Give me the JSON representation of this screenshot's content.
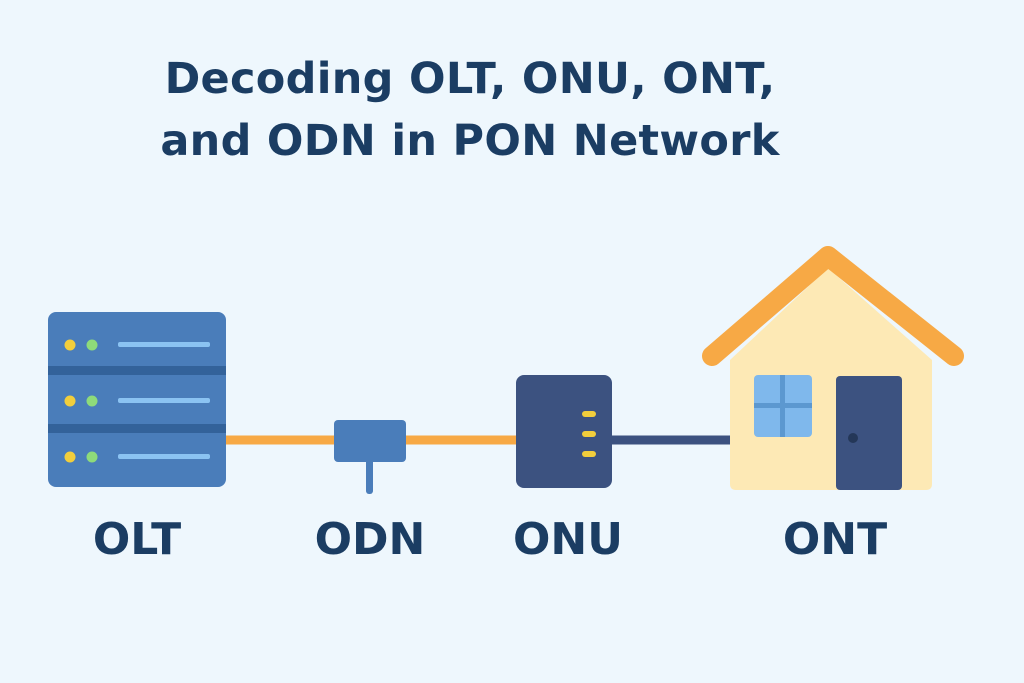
{
  "title": {
    "line1": "Decoding OLT, ONU, ONT,",
    "line2": "and ODN in PON Network"
  },
  "nodes": [
    {
      "id": "olt",
      "label": "OLT",
      "icon": "server-rack-icon"
    },
    {
      "id": "odn",
      "label": "ODN",
      "icon": "splitter-icon"
    },
    {
      "id": "onu",
      "label": "ONU",
      "icon": "network-unit-icon"
    },
    {
      "id": "ont",
      "label": "ONT",
      "icon": "house-icon"
    }
  ],
  "colors": {
    "background": "#EEF7FD",
    "text": "#1B3D63",
    "rack_blue": "#4A7DBA",
    "fiber_orange": "#F7A945",
    "device_navy": "#3C5280",
    "house_wall": "#FDE9B5",
    "roof_orange": "#F7A945",
    "window_blue": "#7FB8EC",
    "led_yellow": "#F2CE3C",
    "led_green": "#8EDB7A"
  }
}
